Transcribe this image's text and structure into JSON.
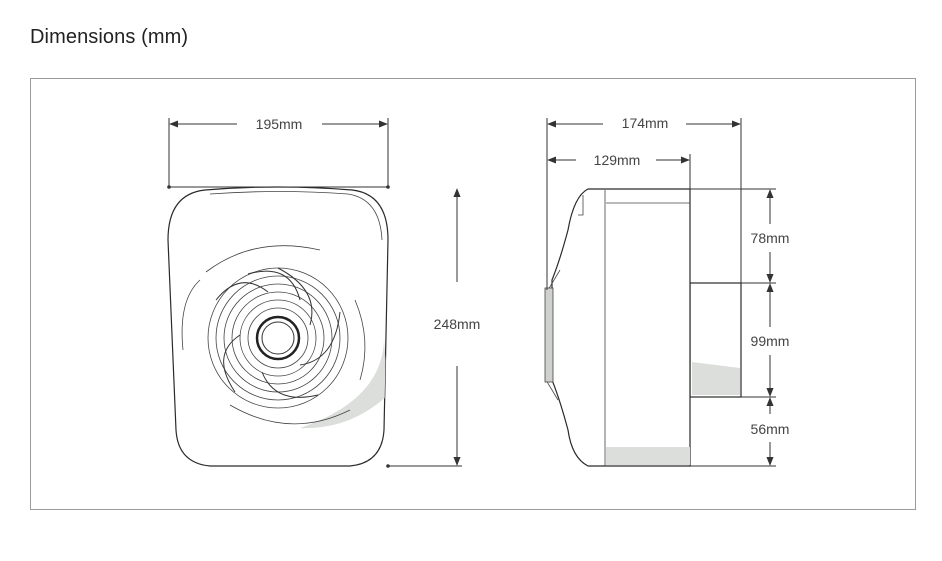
{
  "page": {
    "heading": "Dimensions (mm)"
  },
  "dimensions": {
    "front_width": "195mm",
    "front_height": "248mm",
    "side_depth_total": "174mm",
    "side_depth_body": "129mm",
    "side_top_offset": "78mm",
    "side_duct_height": "99mm",
    "side_bottom_offset": "56mm"
  },
  "colors": {
    "line": "#333333",
    "text": "#444444",
    "frame_border": "#9a9a9a",
    "shading": "#dcdedb"
  }
}
